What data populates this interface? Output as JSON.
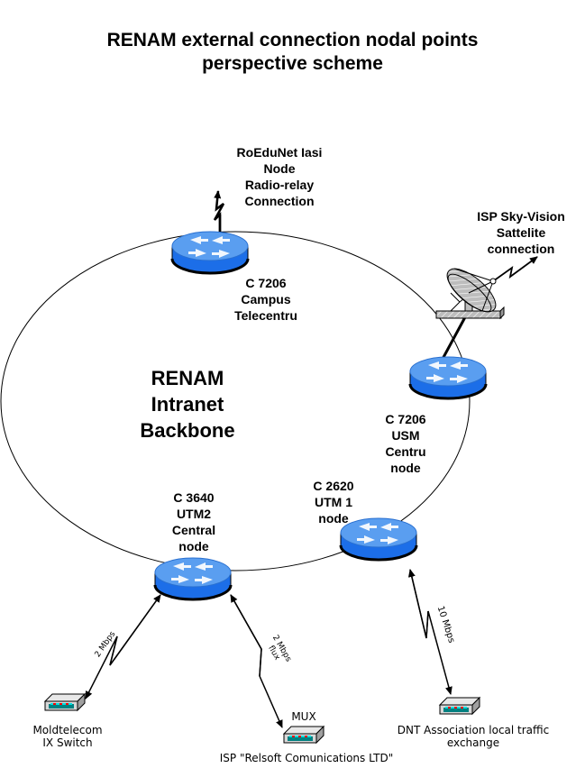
{
  "title": {
    "line1": "RENAM external connection nodal points",
    "line2": "perspective scheme"
  },
  "backbone": {
    "line1": "RENAM",
    "line2": "Intranet",
    "line3": "Backbone"
  },
  "routers": [
    {
      "id": "campus",
      "icon": "router-icon",
      "lines": [
        "C 7206",
        "Campus",
        "Telecentru"
      ]
    },
    {
      "id": "usm",
      "icon": "router-icon",
      "lines": [
        "C 7206",
        "USM",
        "Centru",
        "node"
      ]
    },
    {
      "id": "utm1",
      "icon": "router-icon",
      "lines": [
        "C 2620",
        "UTM 1",
        "node"
      ]
    },
    {
      "id": "utm2",
      "icon": "router-icon",
      "lines": [
        "C 3640",
        "UTM2",
        "Central",
        "node"
      ]
    }
  ],
  "external": {
    "roedunet": {
      "icon": "radio-link-icon",
      "lines": [
        "RoEduNet Iasi",
        "Node",
        "Radio-relay",
        "Connection"
      ]
    },
    "skyvision": {
      "icon": "satellite-dish-icon",
      "lines": [
        "ISP Sky-Vision",
        "Sattelite",
        "connection"
      ]
    },
    "moldtelecom": {
      "icon": "switch-icon",
      "lines": [
        "Moldtelecom",
        "IX Switch"
      ]
    },
    "relsoft": {
      "icon": "mux-icon",
      "device_label": "MUX",
      "lines": [
        "ISP \"Relsoft Comunications LTD\""
      ]
    },
    "dnt": {
      "icon": "switch-icon",
      "lines": [
        "DNT Association local traffic",
        "exchange"
      ]
    }
  },
  "links": {
    "moldtelecom": "2 Mbps",
    "relsoft_line1": "2 Mbps",
    "relsoft_line2": "flux",
    "dnt": "10 Mbps"
  },
  "colors": {
    "router_top": "#5a9ef0",
    "router_side": "#1c6ee8",
    "router_highlight": "#9cc8ff",
    "device_body": "#d8d8d8",
    "device_panel": "#008080",
    "device_led": "#ff0000",
    "device_led2": "#00e0e0"
  }
}
